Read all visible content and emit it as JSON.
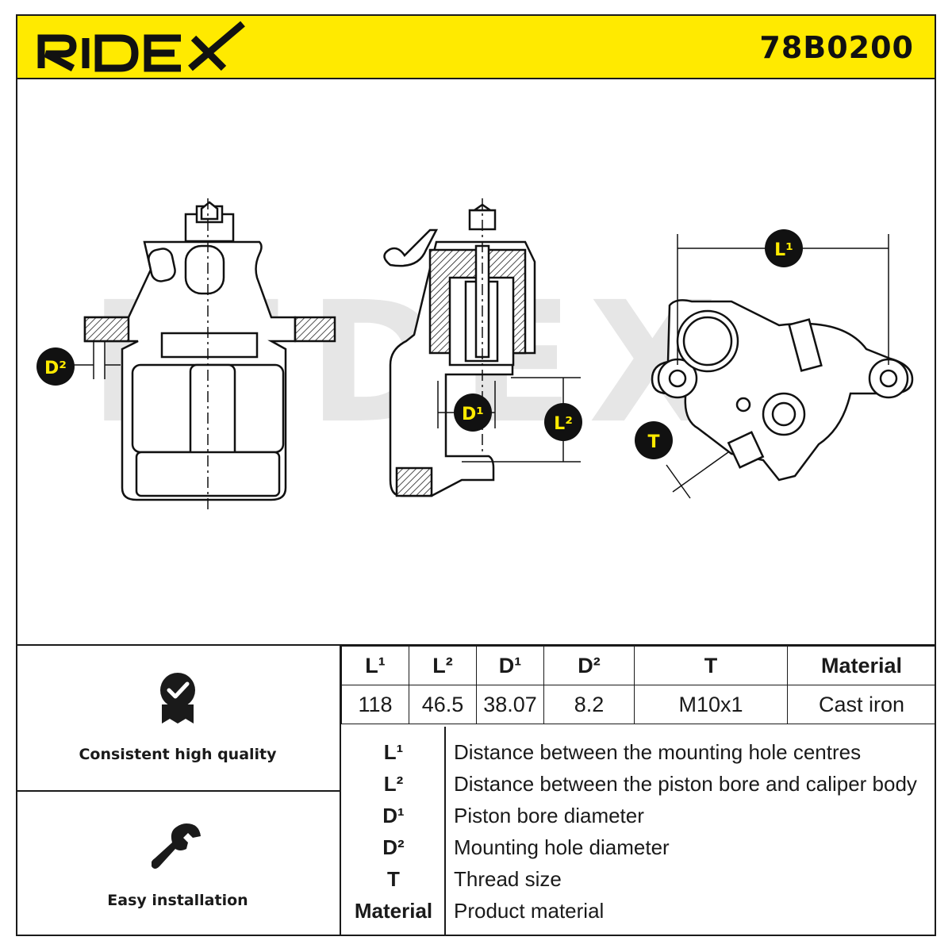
{
  "brand": {
    "logo_text": "RIDEX",
    "part_number": "78B0200"
  },
  "colors": {
    "accent": "#ffea00",
    "ink": "#1a1a1a",
    "watermark": "#e6e6e6"
  },
  "drawing": {
    "watermark_text": "RIDEX",
    "badges": {
      "d2": "D²",
      "d1": "D¹",
      "l2": "L²",
      "l1": "L¹",
      "t": "T"
    }
  },
  "features": [
    {
      "label": "Consistent high quality",
      "icon": "quality-badge-icon"
    },
    {
      "label": "Easy installation",
      "icon": "wrench-icon"
    }
  ],
  "spec_table": {
    "headers": [
      "L¹",
      "L²",
      "D¹",
      "D²",
      "T",
      "Material"
    ],
    "values": [
      "118",
      "46.5",
      "38.07",
      "8.2",
      "M10x1",
      "Cast iron"
    ]
  },
  "legend": [
    {
      "key": "L¹",
      "desc": "Distance between the mounting hole centres"
    },
    {
      "key": "L²",
      "desc": "Distance between the piston bore and caliper body"
    },
    {
      "key": "D¹",
      "desc": "Piston bore diameter"
    },
    {
      "key": "D²",
      "desc": "Mounting hole diameter"
    },
    {
      "key": "T",
      "desc": "Thread size"
    },
    {
      "key": "Material",
      "desc": "Product material"
    }
  ]
}
